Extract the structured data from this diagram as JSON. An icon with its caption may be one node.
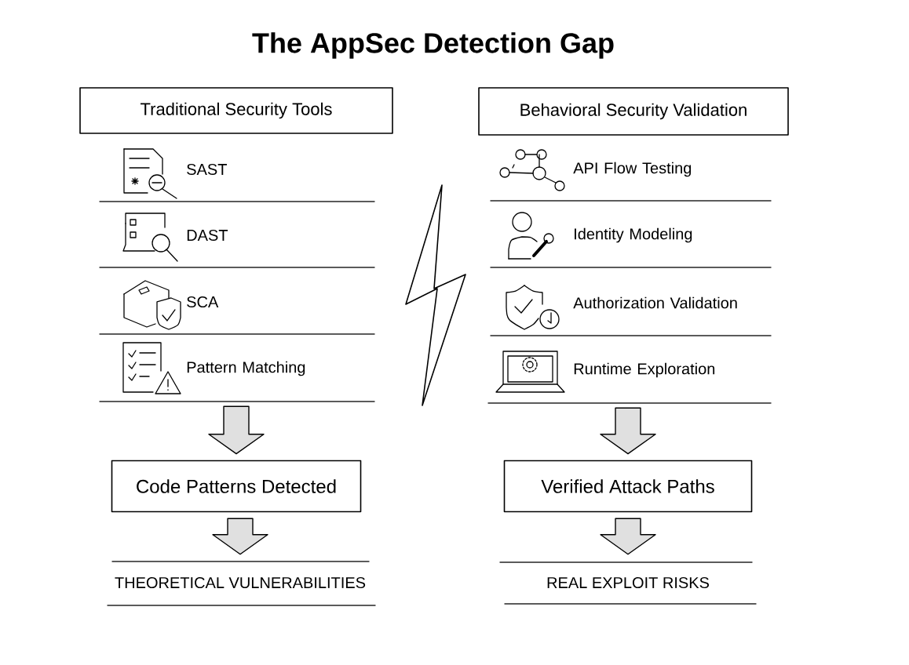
{
  "diagram": {
    "title": "The AppSec Detection Gap",
    "nodes": [
      {
        "text": [
          "Traditional Security Tools"
        ]
      },
      {
        "text": [
          "SAST"
        ]
      },
      {
        "text": [
          "DAST"
        ]
      },
      {
        "text": [
          "SCA"
        ]
      },
      {
        "text": [
          "Pattern Matching"
        ]
      },
      {
        "text": [
          "Code Patterns Detected"
        ]
      },
      {
        "text": [
          "THEORETICAL VULNERABILITIES"
        ]
      },
      {
        "text": [
          "Behavioral Security Validation"
        ]
      },
      {
        "text": [
          "API Flow Testing"
        ]
      },
      {
        "text": [
          "Identity Modeling"
        ]
      },
      {
        "text": [
          "Authorization Validation"
        ]
      },
      {
        "text": [
          "Runtime Exploration"
        ]
      },
      {
        "text": [
          "Verified Attack Paths"
        ]
      },
      {
        "text": [
          "REAL EXPLOIT RISKS"
        ]
      }
    ],
    "edges": [
      {
        "from": 4,
        "to": 5,
        "arrow": "to"
      },
      {
        "from": 5,
        "to": 6,
        "arrow": "to"
      },
      {
        "from": 11,
        "to": 12,
        "arrow": "to"
      },
      {
        "from": 12,
        "to": 13,
        "arrow": "to"
      }
    ]
  }
}
